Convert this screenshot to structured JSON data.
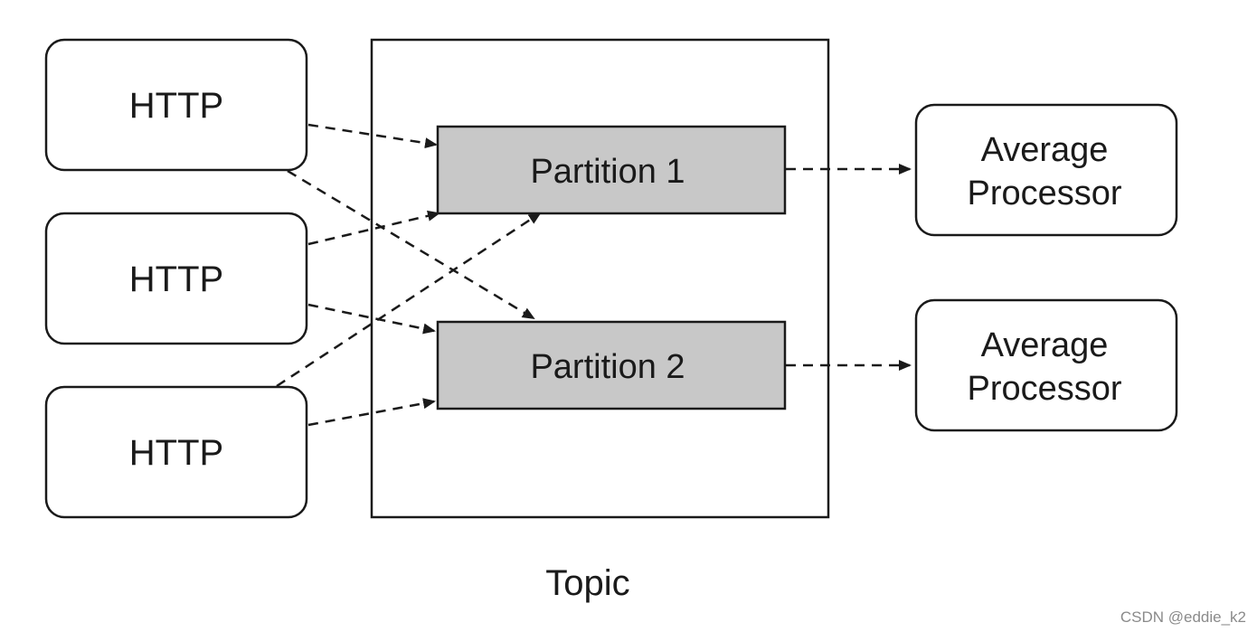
{
  "sources": [
    {
      "label": "HTTP"
    },
    {
      "label": "HTTP"
    },
    {
      "label": "HTTP"
    }
  ],
  "topic": {
    "label": "Topic"
  },
  "partitions": [
    {
      "label": "Partition 1"
    },
    {
      "label": "Partition 2"
    }
  ],
  "processors": [
    {
      "line1": "Average",
      "line2": "Processor"
    },
    {
      "line1": "Average",
      "line2": "Processor"
    }
  ],
  "edges": [
    {
      "from": "source-1",
      "to": "partition-1"
    },
    {
      "from": "source-1",
      "to": "partition-2"
    },
    {
      "from": "source-2",
      "to": "partition-1"
    },
    {
      "from": "source-2",
      "to": "partition-2"
    },
    {
      "from": "source-3",
      "to": "partition-1"
    },
    {
      "from": "source-3",
      "to": "partition-2"
    },
    {
      "from": "partition-1",
      "to": "processor-1"
    },
    {
      "from": "partition-2",
      "to": "processor-2"
    }
  ],
  "colors": {
    "stroke": "#1a1a1a",
    "partition_fill": "#c8c8c8",
    "box_fill": "#ffffff"
  },
  "watermark": "CSDN @eddie_k2"
}
